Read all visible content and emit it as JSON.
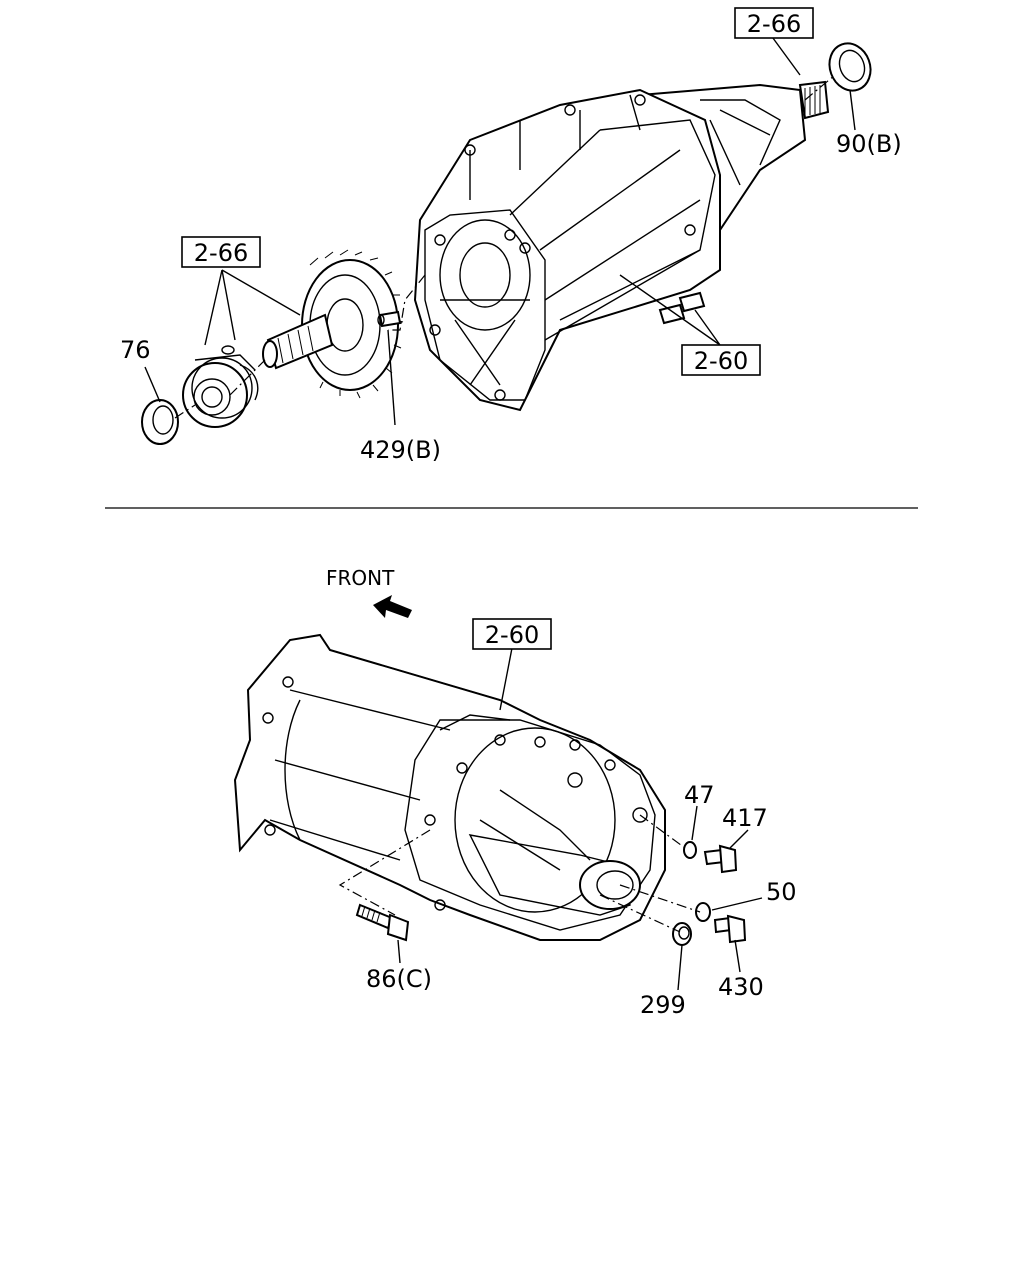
{
  "upper_diagram": {
    "ref_top": "2-66",
    "ref_left": "2-66",
    "ref_right": "2-60",
    "part_90b": "90(B)",
    "part_76": "76",
    "part_429b": "429(B)"
  },
  "lower_diagram": {
    "front_label": "FRONT",
    "ref_main": "2-60",
    "part_47": "47",
    "part_417": "417",
    "part_50": "50",
    "part_86c": "86(C)",
    "part_299": "299",
    "part_430": "430"
  }
}
